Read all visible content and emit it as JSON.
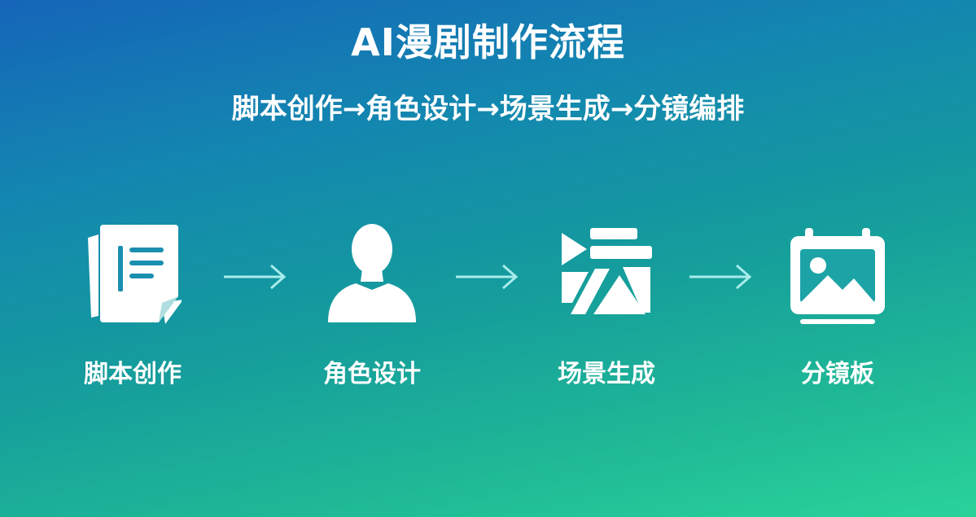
{
  "title": "AI漫剧制作流程",
  "subtitle": "脚本创作→角色设计→场景生成→分镜编排",
  "steps": [
    {
      "label": "脚本创作",
      "icon": "document-icon"
    },
    {
      "label": "角色设计",
      "icon": "person-icon"
    },
    {
      "label": "场景生成",
      "icon": "scene-blocks-icon"
    },
    {
      "label": "分镜板",
      "icon": "storyboard-icon"
    }
  ],
  "colors": {
    "gradient_top": "#1565b8",
    "gradient_bottom": "#2ad39a",
    "text": "#ffffff",
    "arrow": "#a8ecec"
  }
}
